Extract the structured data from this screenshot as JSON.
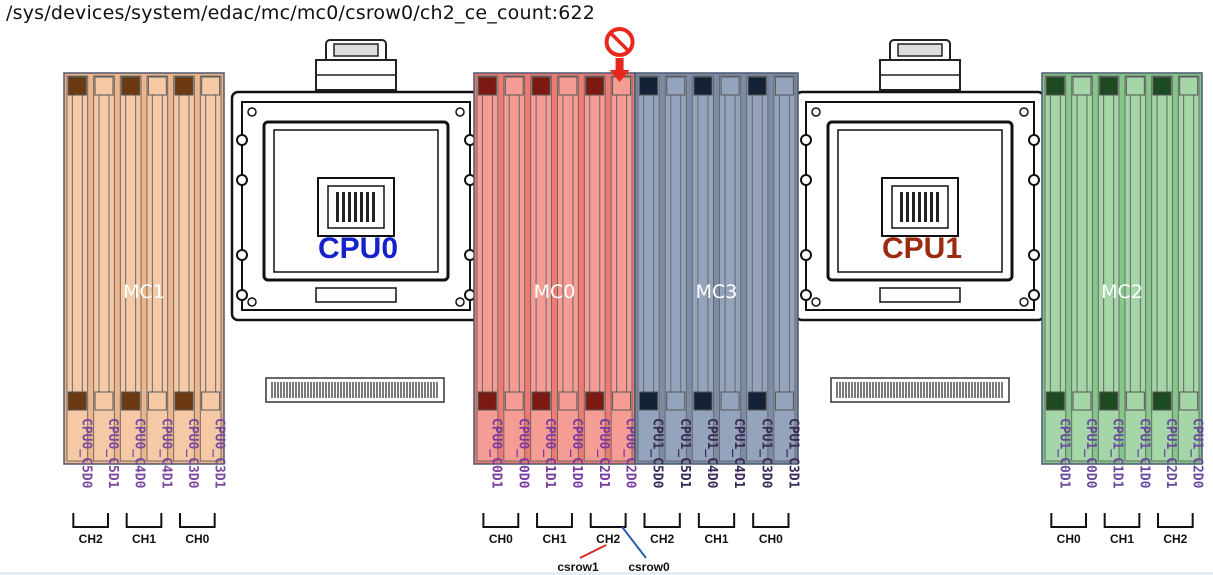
{
  "title": "/sys/devices/system/edac/mc/mc0/csrow0/ch2_ce_count:622",
  "colors": {
    "mc0_fill": "#f07a70",
    "mc1_fill": "#f0b489",
    "mc2_fill": "#85c68a",
    "mc3_fill": "#7c8ca7",
    "cpu0_text": "#1422cc",
    "cpu1_text": "#9b2a10",
    "csrow1_line": "#d42a2a",
    "csrow0_line": "#2c5fb0",
    "alert_red": "#e8271f"
  },
  "cpus": [
    {
      "label": "CPU0"
    },
    {
      "label": "CPU1"
    }
  ],
  "memory_controllers": [
    {
      "label": "MC1",
      "slots": [
        "CPU0_C5D0",
        "CPU0_C5D1",
        "CPU0_C4D0",
        "CPU0_C4D1",
        "CPU0_C3D0",
        "CPU0_C3D1"
      ],
      "channels": [
        "CH2",
        "CH1",
        "CH0"
      ]
    },
    {
      "label": "MC0",
      "slots": [
        "CPU0_C0D1",
        "CPU0_C0D0",
        "CPU0_C1D1",
        "CPU0_C1D0",
        "CPU0_C2D1",
        "CPU0_C2D0"
      ],
      "channels": [
        "CH0",
        "CH1",
        "CH2"
      ]
    },
    {
      "label": "MC3",
      "slots": [
        "CPU1_C5D0",
        "CPU1_C5D1",
        "CPU1_C4D0",
        "CPU1_C4D1",
        "CPU1_C3D0",
        "CPU1_C3D1"
      ],
      "channels": [
        "CH2",
        "CH1",
        "CH0"
      ]
    },
    {
      "label": "MC2",
      "slots": [
        "CPU1_C0D1",
        "CPU1_C0D0",
        "CPU1_C1D1",
        "CPU1_C1D0",
        "CPU1_C2D1",
        "CPU1_C2D0"
      ],
      "channels": [
        "CH0",
        "CH1",
        "CH2"
      ]
    }
  ],
  "csrow_labels": {
    "csrow1": "csrow1",
    "csrow0": "csrow0"
  },
  "alert_icon": "no-entry-icon",
  "arrow_icon": "down-arrow-icon"
}
